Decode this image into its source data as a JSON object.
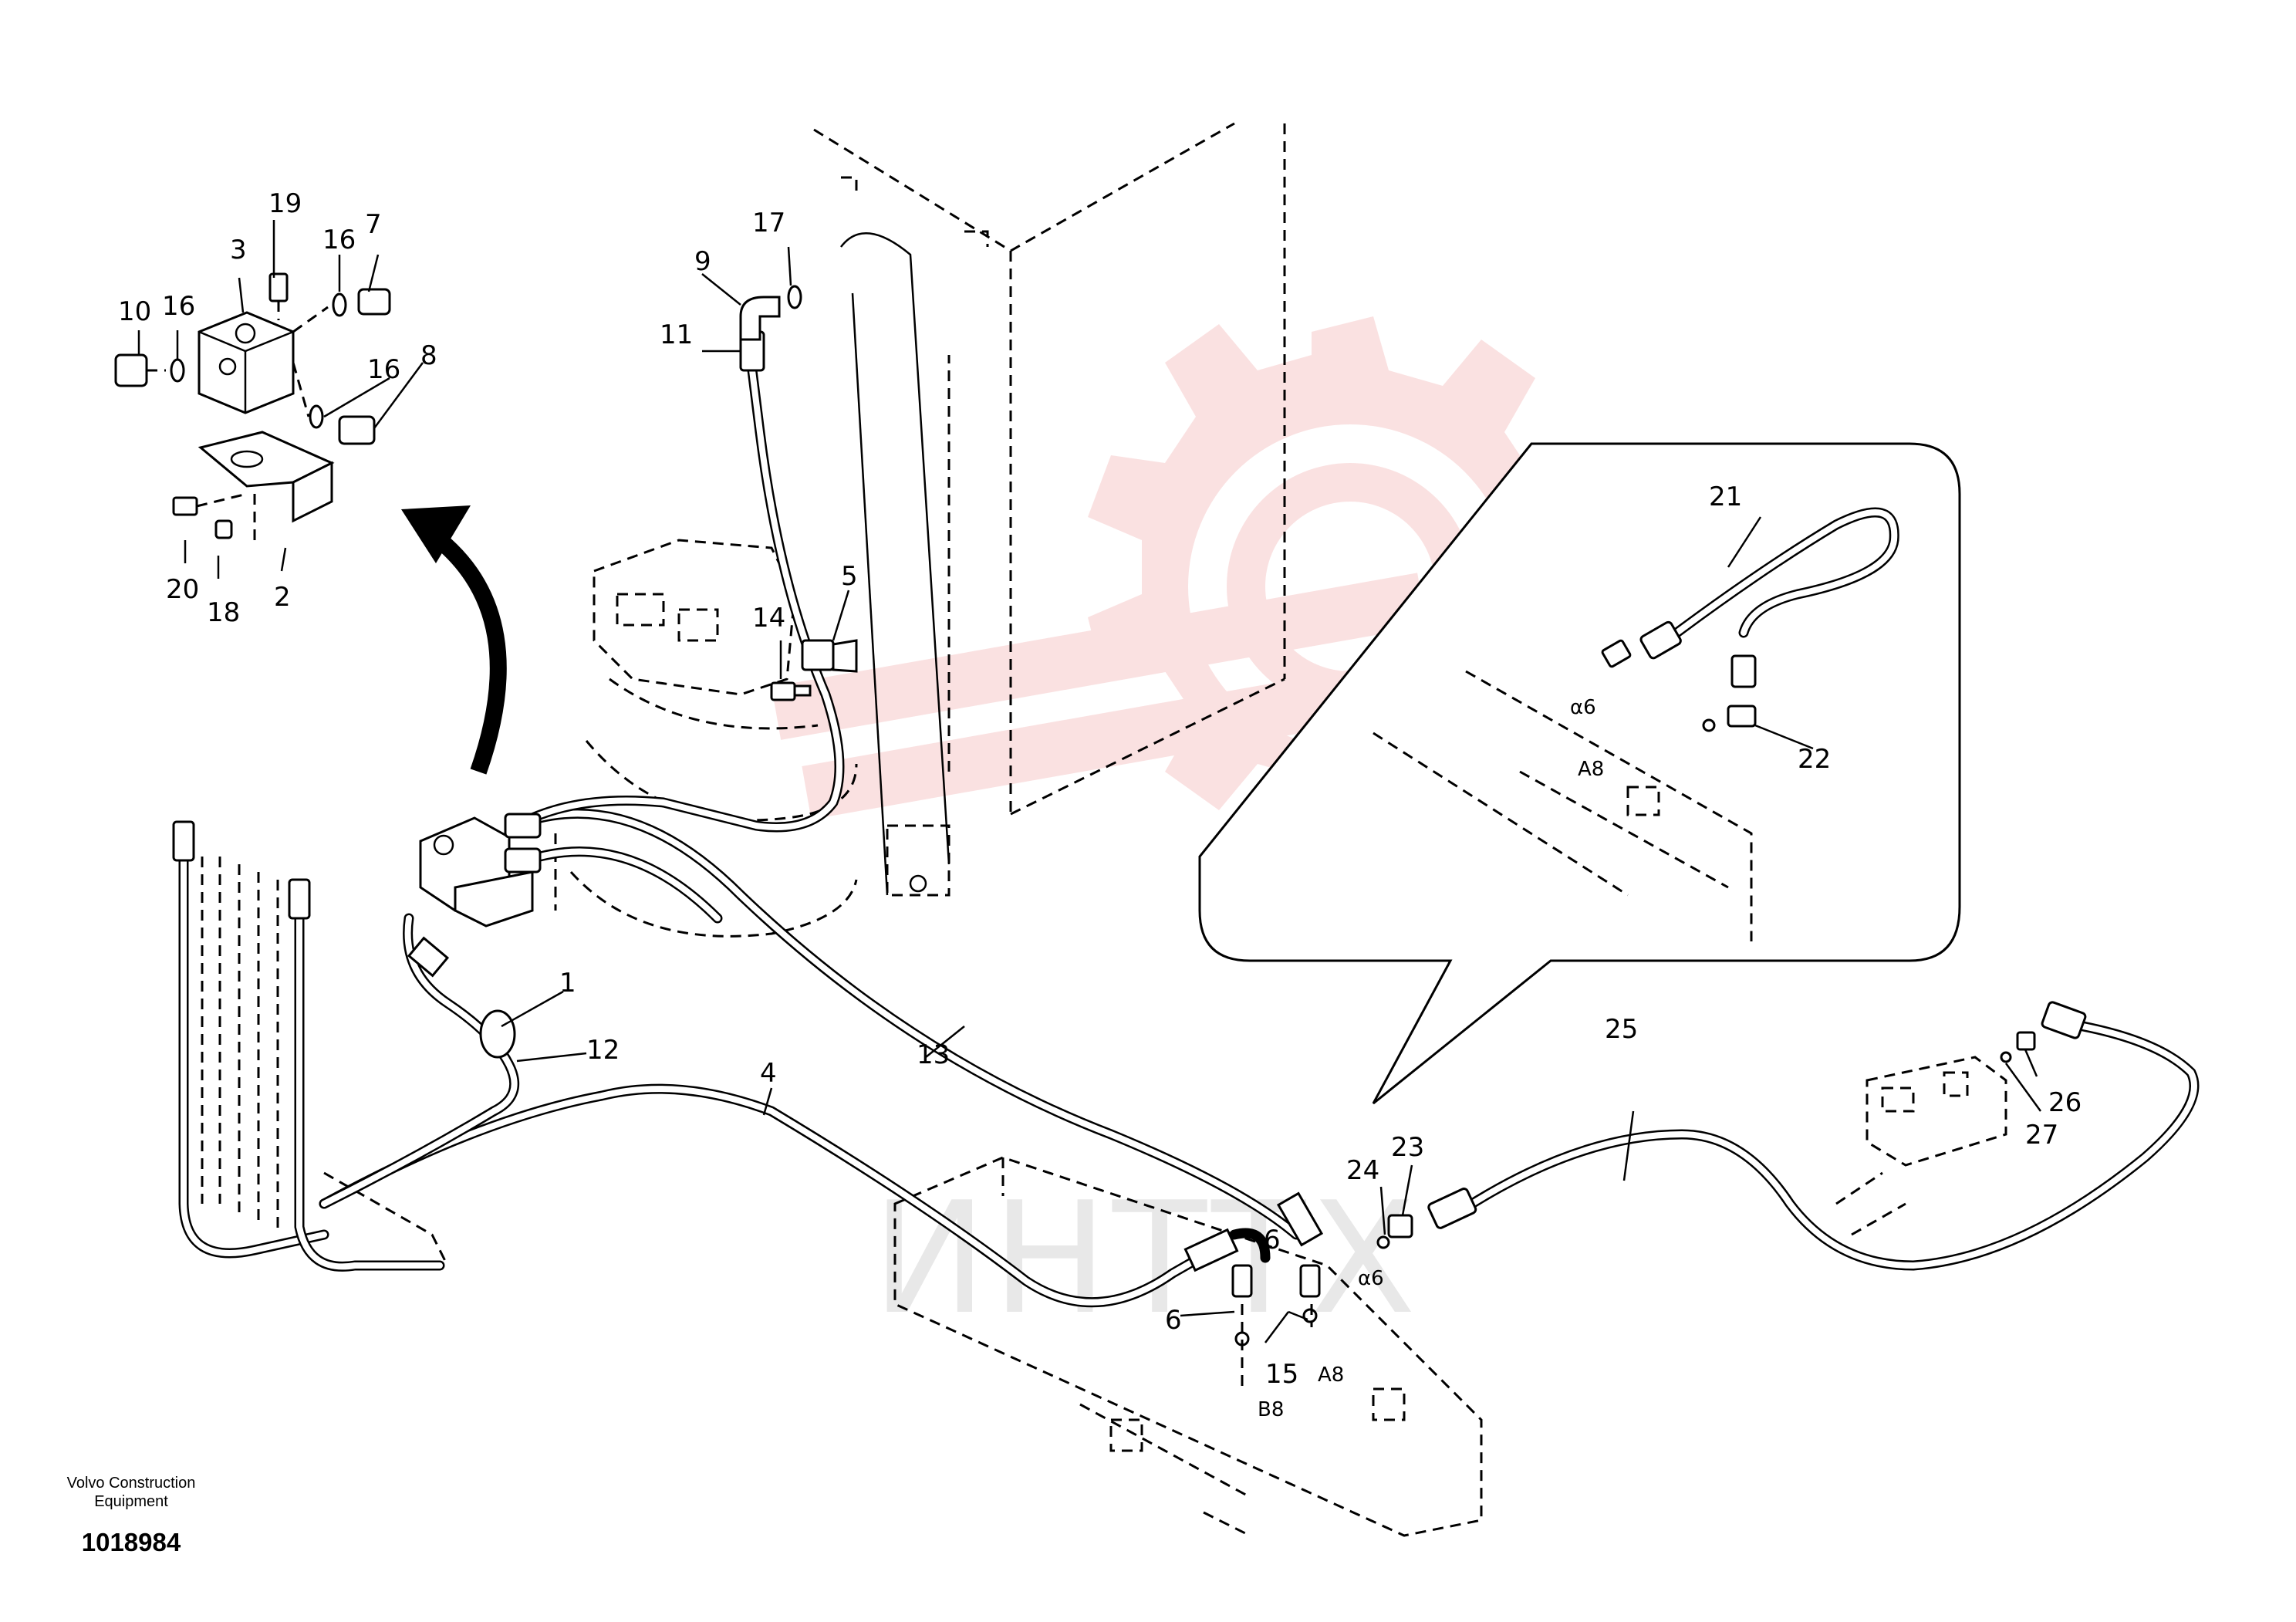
{
  "watermark": {
    "text": "ИНТТХ",
    "color": "#f3b7b7"
  },
  "callouts": {
    "p1": "1",
    "p2": "2",
    "p3": "3",
    "p4": "4",
    "p5": "5",
    "p6a": "6",
    "p6b": "6",
    "p7": "7",
    "p8": "8",
    "p9": "9",
    "p10": "10",
    "p11": "11",
    "p12": "12",
    "p13": "13",
    "p14": "14",
    "p15": "15",
    "p16a": "16",
    "p16b": "16",
    "p16c": "16",
    "p17": "17",
    "p18": "18",
    "p19": "19",
    "p20": "20",
    "p21": "21",
    "p22": "22",
    "p23": "23",
    "p24": "24",
    "p25": "25",
    "p26": "26",
    "p27": "27"
  },
  "port_labels": {
    "a6_main": "α6",
    "a6_inset": "α6",
    "a8_main": "A8",
    "a8_inset": "A8",
    "b8_main": "B8"
  },
  "footer": {
    "manufacturer_line1": "Volvo Construction",
    "manufacturer_line2": "Equipment",
    "document_number": "1018984"
  }
}
